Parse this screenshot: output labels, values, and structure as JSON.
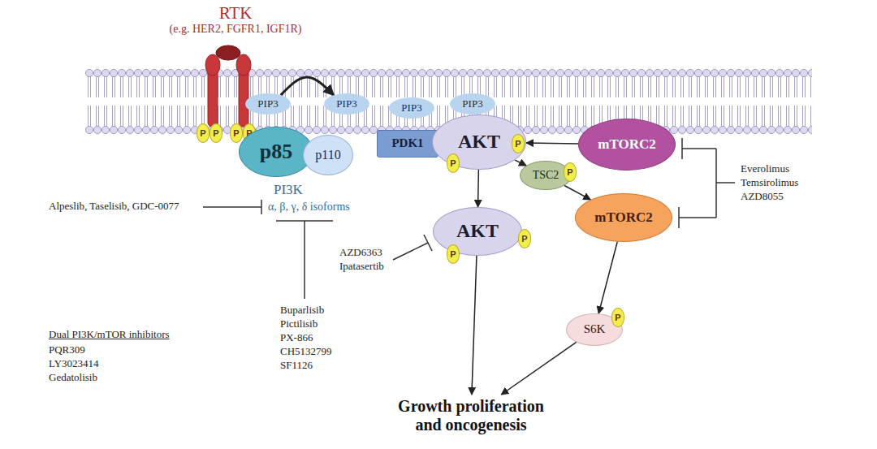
{
  "diagram": {
    "nodes": [
      {
        "text": [
          "RTK",
          "(e.g. HER2, FGFR1, IGF1R)"
        ]
      },
      {
        "text": [
          "P"
        ],
        "in": 0
      },
      {
        "text": [
          "P"
        ],
        "in": 0
      },
      {
        "text": [
          "P"
        ],
        "in": 0
      },
      {
        "text": [
          "P"
        ],
        "in": 0
      },
      {
        "text": [
          "PIP3"
        ]
      },
      {
        "text": [
          "PIP3"
        ]
      },
      {
        "text": [
          "p85"
        ]
      },
      {
        "text": [
          "p110"
        ]
      },
      {
        "text": [
          "PIP3"
        ]
      },
      {
        "text": [
          "PIP3"
        ]
      },
      {
        "text": [
          "PDK1"
        ]
      },
      {
        "text": [
          "AKT"
        ]
      },
      {
        "text": [
          "P"
        ],
        "in": 12
      },
      {
        "text": [
          "P"
        ],
        "in": 12
      },
      {
        "text": [
          "mTORC2"
        ]
      },
      {
        "text": [
          "TSC2"
        ]
      },
      {
        "text": [
          "P"
        ],
        "in": 16
      },
      {
        "text": [
          "mTORC2"
        ]
      },
      {
        "text": [
          "AKT"
        ]
      },
      {
        "text": [
          "P"
        ],
        "in": 19
      },
      {
        "text": [
          "P"
        ],
        "in": 19
      },
      {
        "text": [
          "S6K"
        ]
      },
      {
        "text": [
          "P"
        ],
        "in": 22
      },
      {
        "text": [
          "Growth proliferation and oncogenesis"
        ]
      }
    ],
    "edges": [
      {
        "from": 5,
        "to": 6,
        "arrow": "to"
      },
      {
        "from": 15,
        "to": 12,
        "arrow": "to"
      },
      {
        "from": 12,
        "to": 16,
        "arrow": "to"
      },
      {
        "from": 12,
        "to": 19,
        "arrow": "to"
      },
      {
        "from": 16,
        "to": 18,
        "arrow": "to"
      },
      {
        "from": 18,
        "to": 22,
        "arrow": "to"
      },
      {
        "from": 19,
        "to": 24,
        "arrow": "to"
      },
      {
        "from": 22,
        "to": 24,
        "arrow": "to"
      }
    ],
    "labels": [
      "PI3K",
      "α, β, γ, δ isoforms",
      "Alpeslib, Taselisib, GDC-0077",
      "Buparlisib Pictilisib PX-866 CH5132799 SF1126",
      "AZD6363 Ipatasertib",
      "Everolimus Temsirolimus AZD8055",
      "Dual PI3K/mTOR inhibitors",
      "PQR309 LY3023414 Gedatolisib"
    ]
  }
}
